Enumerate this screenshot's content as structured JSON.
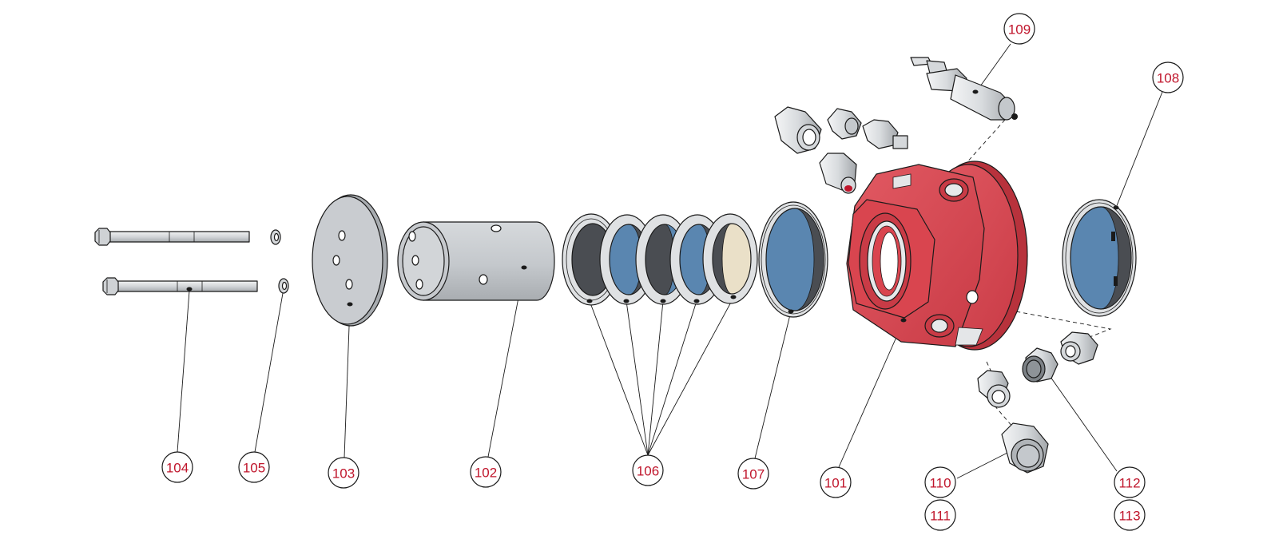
{
  "colors": {
    "callout_text": "#c0162c",
    "housing_red": "#d9454f",
    "housing_red_dark": "#b8323c",
    "metal_light": "#e4e6e8",
    "metal_mid": "#c4c8cc",
    "metal_dark": "#8e9398",
    "seal_blue": "#5a86b0",
    "seal_dark": "#4a4d52",
    "seal_beige": "#eae0c8",
    "line": "#1a1a1a"
  },
  "callouts": {
    "c101": "101",
    "c102": "102",
    "c103": "103",
    "c104": "104",
    "c105": "105",
    "c106": "106",
    "c107": "107",
    "c108": "108",
    "c109": "109",
    "c110": "110",
    "c111": "111",
    "c112": "112",
    "c113": "113"
  }
}
